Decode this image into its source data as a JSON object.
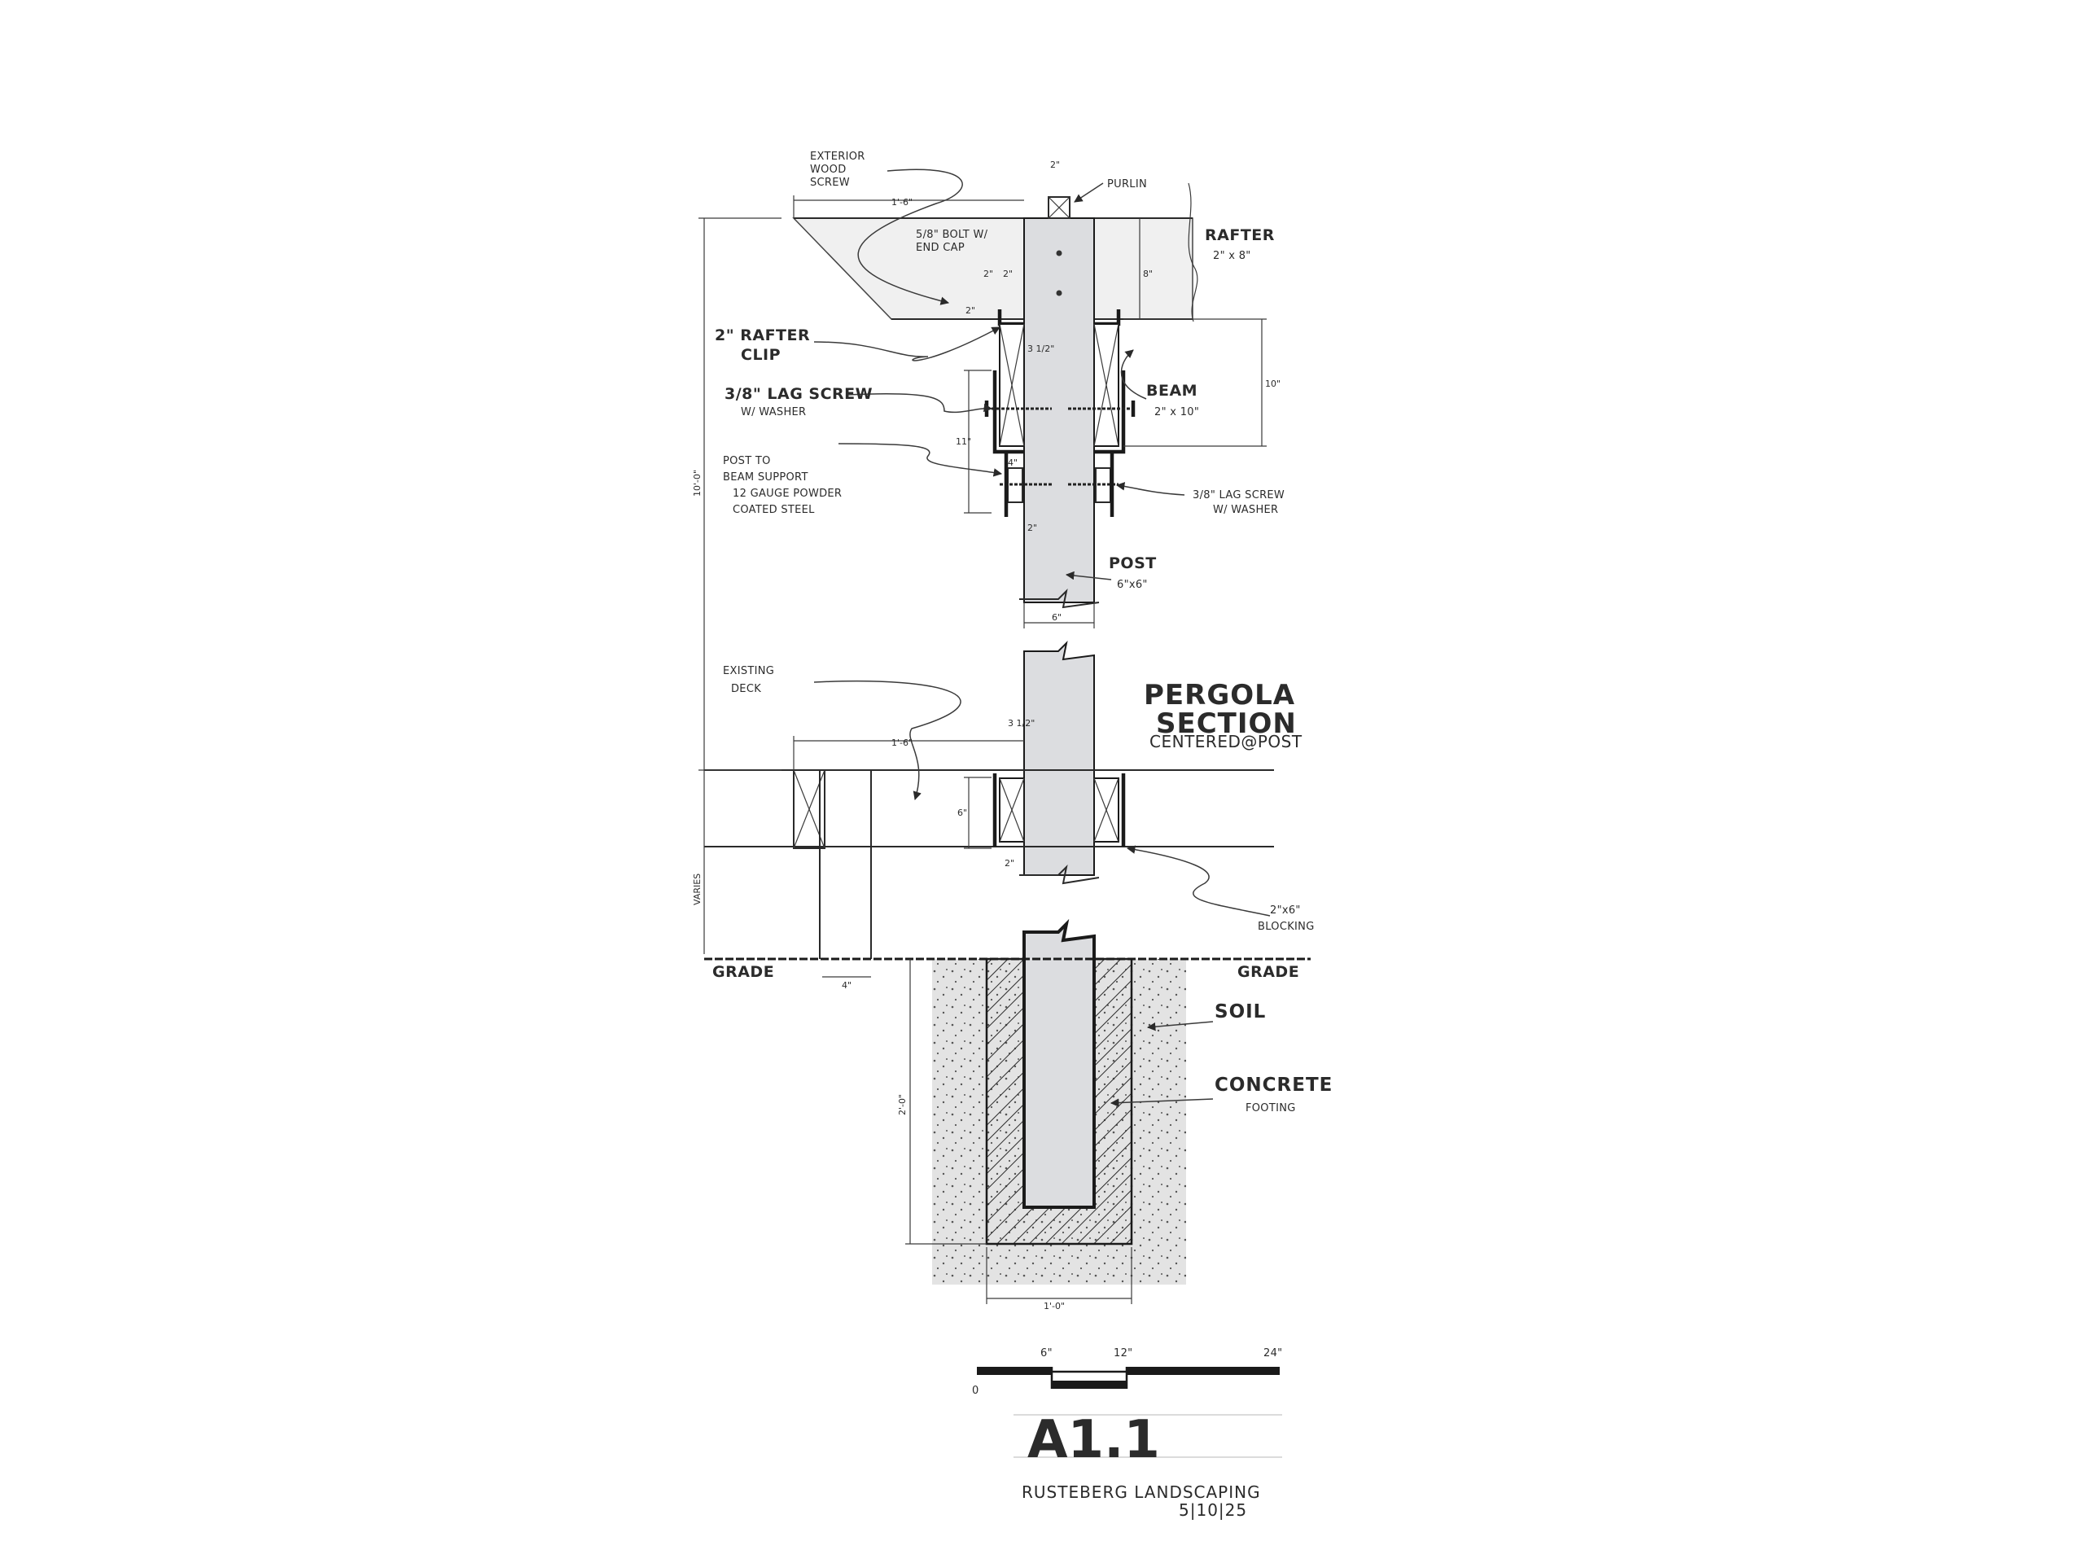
{
  "drawing": {
    "title_line1": "PERGOLA",
    "title_line2": "SECTION",
    "subtitle": "CENTERED@POST",
    "sheet_number": "A1.1",
    "firm": "RUSTEBERG LANDSCAPING",
    "date": "5|10|25"
  },
  "labels": {
    "exterior_screw": [
      "EXTERIOR",
      "WOOD",
      "SCREW"
    ],
    "purlin": "PURLIN",
    "bolt": [
      "5/8\" BOLT W/",
      "END CAP"
    ],
    "rafter": "RAFTER",
    "rafter_size": "2\" x 8\"",
    "rafter_clip": [
      "2\" RAFTER",
      "CLIP"
    ],
    "lag_screw_left": [
      "3/8\" LAG SCREW",
      "W/ WASHER"
    ],
    "beam": "BEAM",
    "beam_size": "2\" x 10\"",
    "post_support": [
      "POST TO",
      "BEAM SUPPORT",
      "12 GAUGE POWDER",
      "COATED STEEL"
    ],
    "lag_screw_right": [
      "3/8\" LAG SCREW",
      "W/ WASHER"
    ],
    "post": "POST",
    "post_size": "6\"x6\"",
    "existing_deck": [
      "EXISTING",
      "DECK"
    ],
    "blocking": [
      "2\"x6\"",
      "BLOCKING"
    ],
    "grade_left": "GRADE",
    "grade_right": "GRADE",
    "soil": "SOIL",
    "concrete": "CONCRETE",
    "footing": "FOOTING"
  },
  "dimensions": {
    "purlin_w": "2\"",
    "overhang_top": "1'-6\"",
    "rafter_h": "8\"",
    "clip_a": "2\"",
    "clip_b": "2\"",
    "clip_h": "2\"",
    "beam_gap": "3 1/2\"",
    "beam_h": "10\"",
    "height_total": "10'-0\"",
    "bracket_h": "11\"",
    "bracket_w": "4\"",
    "bracket_lower": "2\"",
    "post_w": "6\"",
    "overhang_deck": "1'-6\"",
    "deck_gap": "3 1/2\"",
    "deck_h": "6\"",
    "deck_lower": "2\"",
    "varies": "VARIES",
    "deck_post": "4\"",
    "footing_depth": "2'-0\"",
    "footing_w": "1'-0\""
  },
  "scale_bar": {
    "ticks": [
      "0",
      "6\"",
      "12\"",
      "24\""
    ]
  },
  "colors": {
    "ink": "#1a1a1a",
    "wood": "#dcdde0",
    "rafter_fill": "#f0f0f0",
    "soil": "#e3e3e3",
    "paper": "#ffffff"
  }
}
